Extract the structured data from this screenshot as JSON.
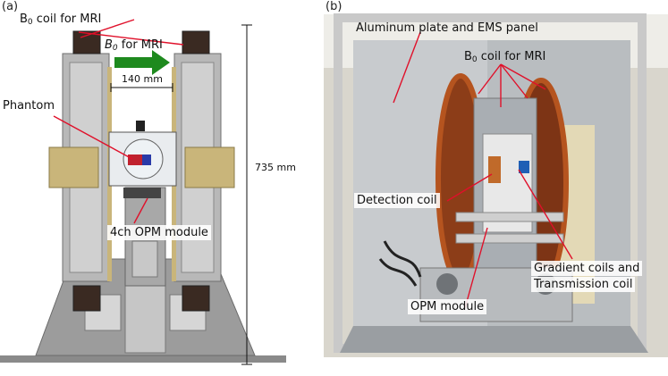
{
  "panels": {
    "a": {
      "letter": "(a)",
      "labels": {
        "b0_coil_prefix": "B",
        "b0_coil_sub": "0",
        "b0_coil_rest": " coil for MRI",
        "b0_field_prefix": "B",
        "b0_field_sub": "0",
        "b0_field_rest": " for MRI",
        "gap": "140 mm",
        "phantom": "Phantom",
        "height": "735 mm",
        "opm_module": "4ch OPM module"
      }
    },
    "b": {
      "letter": "(b)",
      "labels": {
        "aluminum": "Aluminum plate and EMS panel",
        "b0_coil_prefix": "B",
        "b0_coil_sub": "0",
        "b0_coil_rest": " coil for MRI",
        "detection": "Detection coil",
        "gradient_line1": "Gradient coils and",
        "gradient_line2": "Transmission coil",
        "opm": "OPM module"
      }
    }
  },
  "colors": {
    "callout_line": "#e0102a",
    "field_arrow": "#1e8a1e",
    "coil_copper": "#b5541f"
  }
}
